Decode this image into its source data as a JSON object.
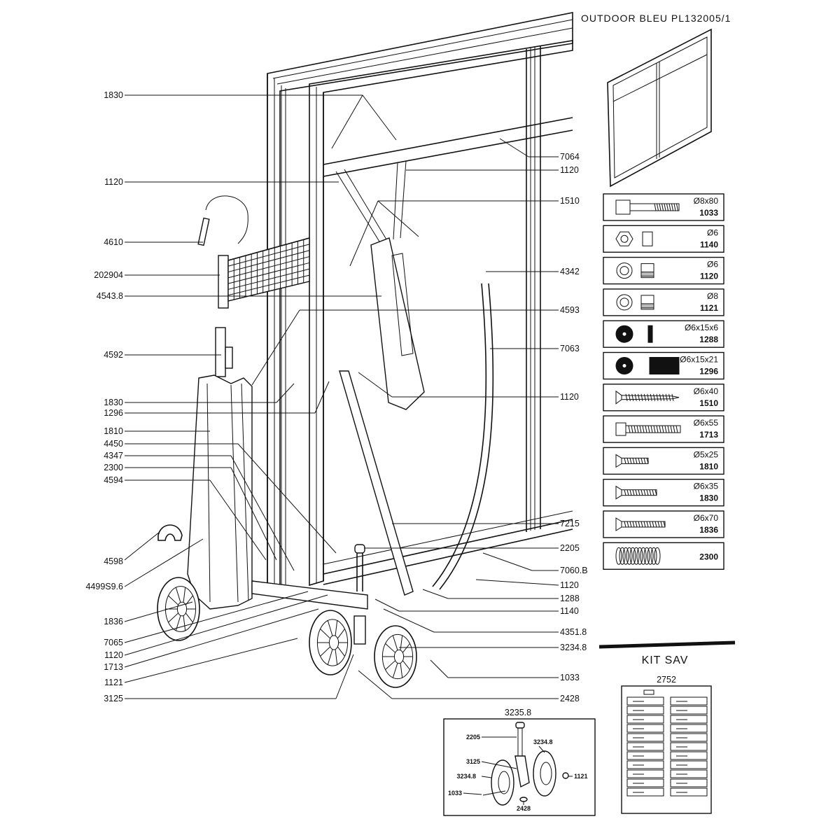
{
  "title": "OUTDOOR  BLEU  PL132005/1",
  "callouts_left": [
    {
      "id": "l1830a",
      "code": "1830"
    },
    {
      "id": "l1120a",
      "code": "1120"
    },
    {
      "id": "l4610",
      "code": "4610"
    },
    {
      "id": "l202904",
      "code": "202904"
    },
    {
      "id": "l45438",
      "code": "4543.8"
    },
    {
      "id": "l4592",
      "code": "4592"
    },
    {
      "id": "l1830b",
      "code": "1830"
    },
    {
      "id": "l1296",
      "code": "1296"
    },
    {
      "id": "l1810",
      "code": "1810"
    },
    {
      "id": "l4450",
      "code": "4450"
    },
    {
      "id": "l4347",
      "code": "4347"
    },
    {
      "id": "l2300",
      "code": "2300"
    },
    {
      "id": "l4594",
      "code": "4594"
    },
    {
      "id": "l4598",
      "code": "4598"
    },
    {
      "id": "l4499",
      "code": "4499S9.6"
    },
    {
      "id": "l1836",
      "code": "1836"
    },
    {
      "id": "l7065",
      "code": "7065"
    },
    {
      "id": "l1120b",
      "code": "1120"
    },
    {
      "id": "l1713",
      "code": "1713"
    },
    {
      "id": "l1121",
      "code": "1121"
    },
    {
      "id": "l3125",
      "code": "3125"
    }
  ],
  "callouts_right": [
    {
      "id": "r7064",
      "code": "7064"
    },
    {
      "id": "r1120a",
      "code": "1120"
    },
    {
      "id": "r1510",
      "code": "1510"
    },
    {
      "id": "r4342",
      "code": "4342"
    },
    {
      "id": "r4593",
      "code": "4593"
    },
    {
      "id": "r7063",
      "code": "7063"
    },
    {
      "id": "r1120b",
      "code": "1120"
    },
    {
      "id": "r7215",
      "code": "7215"
    },
    {
      "id": "r2205",
      "code": "2205"
    },
    {
      "id": "r7060",
      "code": "7060.B"
    },
    {
      "id": "r1120c",
      "code": "1120"
    },
    {
      "id": "r1288",
      "code": "1288"
    },
    {
      "id": "r1140",
      "code": "1140"
    },
    {
      "id": "r43518",
      "code": "4351.8"
    },
    {
      "id": "r32348",
      "code": "3234.8"
    },
    {
      "id": "r1033",
      "code": "1033"
    },
    {
      "id": "r2428",
      "code": "2428"
    }
  ],
  "hardware": [
    {
      "icon": "bolt-icon",
      "size": "Ø8x80",
      "code": "1033"
    },
    {
      "icon": "nut-icon",
      "size": "Ø6",
      "code": "1140"
    },
    {
      "icon": "locknut-icon",
      "size": "Ø6",
      "code": "1120"
    },
    {
      "icon": "locknut-icon",
      "size": "Ø8",
      "code": "1121"
    },
    {
      "icon": "washer-icon",
      "size": "Ø6x15x6",
      "code": "1288"
    },
    {
      "icon": "washer-thick-icon",
      "size": "Ø6x15x21",
      "code": "1296"
    },
    {
      "icon": "wood-screw-icon",
      "size": "Ø6x40",
      "code": "1510"
    },
    {
      "icon": "hex-bolt-icon",
      "size": "Ø6x55",
      "code": "1713"
    },
    {
      "icon": "countersunk-screw-icon",
      "size": "Ø5x25",
      "code": "1810"
    },
    {
      "icon": "countersunk-screw-icon",
      "size": "Ø6x35",
      "code": "1830"
    },
    {
      "icon": "countersunk-screw-icon",
      "size": "Ø6x70",
      "code": "1836"
    },
    {
      "icon": "spring-icon",
      "size": "",
      "code": "2300"
    }
  ],
  "kit": {
    "title": "KIT SAV",
    "code": "2752"
  },
  "wheel_assembly": {
    "code": "3235.8",
    "labels": {
      "a2205": "2205",
      "a3234a": "3234.8",
      "a3125": "3125",
      "a3234b": "3234.8",
      "a1121": "1121",
      "a1033": "1033",
      "a2428": "2428"
    }
  }
}
